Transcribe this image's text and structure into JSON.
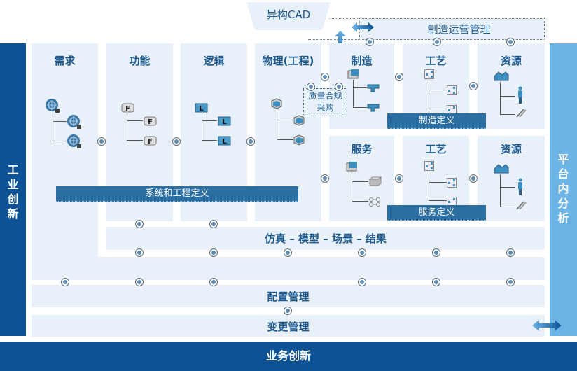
{
  "top": {
    "cad_label": "异构CAD",
    "mom_label": "制造运营管理"
  },
  "sidebars": {
    "left_chars": [
      "工",
      "业",
      "创",
      "新"
    ],
    "right_chars": [
      "平",
      "台",
      "内",
      "分",
      "析"
    ]
  },
  "footer": {
    "label": "业务创新"
  },
  "columns": [
    {
      "title": "需求",
      "icon": "requirement-globe-icon"
    },
    {
      "title": "功能",
      "icon": "function-block-icon",
      "glyph": "F"
    },
    {
      "title": "逻辑",
      "icon": "logic-block-icon",
      "glyph": "L"
    },
    {
      "title": "物理(工程)",
      "icon": "physical-cube-icon"
    }
  ],
  "manufacturing_row": [
    {
      "title": "制造",
      "icon": "manufacturing-machine-icon"
    },
    {
      "title": "工艺",
      "icon": "process-flow-icon"
    },
    {
      "title": "资源",
      "icon": "resource-factory-icon"
    }
  ],
  "service_row": [
    {
      "title": "服务",
      "icon": "service-box-icon"
    },
    {
      "title": "工艺",
      "icon": "process-flow-icon"
    },
    {
      "title": "资源",
      "icon": "resource-factory-icon"
    }
  ],
  "bars": {
    "system_engineering": "系统和工程定义",
    "manufacturing_definition": "制造定义",
    "service_definition": "服务定义"
  },
  "quality": {
    "line1": "质量合规",
    "line2": "采购"
  },
  "rows": {
    "simulation": "仿真 – 模型 – 场景 – 结果",
    "config": "配置管理",
    "change": "变更管理"
  },
  "colors": {
    "dark_blue": "#0d5294",
    "light_blue": "#6db4e6",
    "panel": "#e8f1f9",
    "bar": "#2b6ea2",
    "title_text": "#1f5a8f"
  }
}
